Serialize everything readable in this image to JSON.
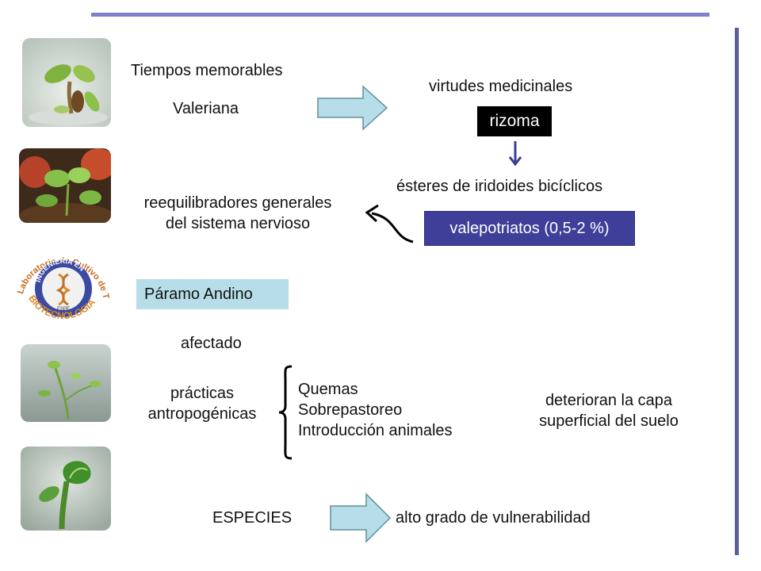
{
  "texts": {
    "tiempos": "Tiempos memorables",
    "valeriana": "Valeriana",
    "virtudes": "virtudes medicinales",
    "rizoma": "rizoma",
    "esteres": "ésteres de iridoides bicíclicos",
    "reequilibradores_1": "reequilibradores  generales",
    "reequilibradores_2": "del sistema nervioso",
    "valepotriatos": "valepotriatos (0,5-2 %)",
    "paramo": "Páramo Andino",
    "afectado": "afectado",
    "practicas_1": "prácticas",
    "practicas_2": "antropogénicas",
    "list": [
      "Quemas",
      "Sobrepastoreo",
      "Introducción animales"
    ],
    "deterioran_1": "deterioran la capa",
    "deterioran_2": "superficial del suelo",
    "especies": "ESPECIES",
    "vulnerabilidad": "alto grado de vulnerabilidad"
  },
  "logo": {
    "outer_text": "Laboratorio de Cultivo de Tejidos",
    "inner_text": "INGENIERIA EN",
    "bottom_text": "BIOTECNOLOGIA",
    "center_text": "ESPE"
  },
  "colors": {
    "rule": "#7f81c8",
    "rule_right": "#5a5e99",
    "arrow_fill": "#b7dde8",
    "rizoma_box": "#000000",
    "valep_box": "#3f3f9a",
    "paramo_box": "#b7dde8",
    "down_arrow": "#3a3f95"
  }
}
